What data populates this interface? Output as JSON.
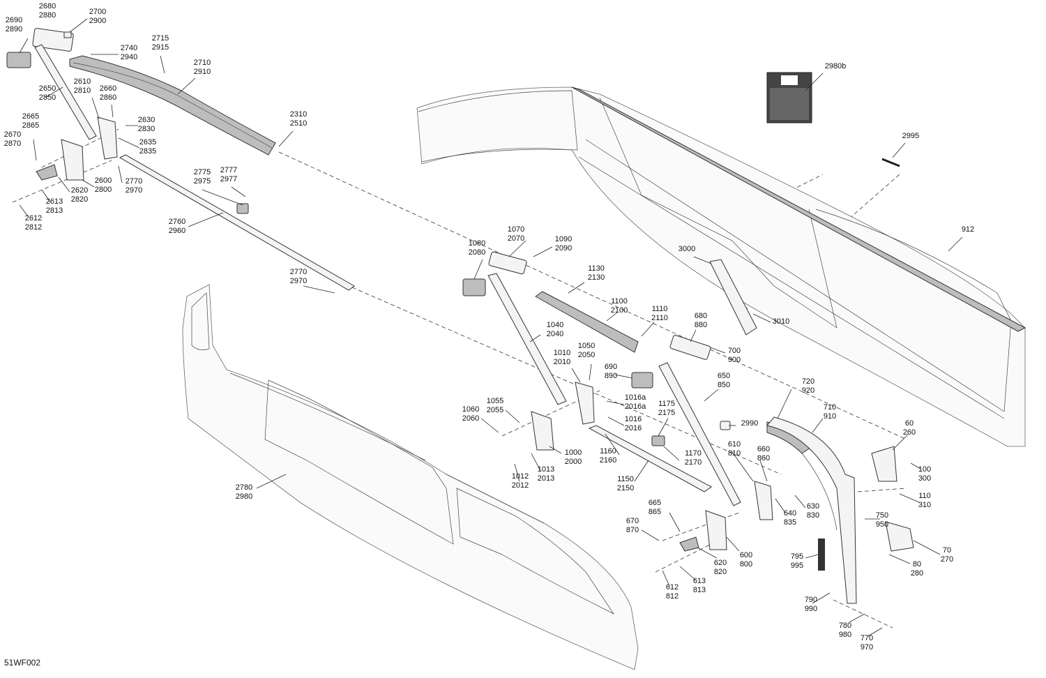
{
  "diagram_code": "51WF002",
  "callouts": [
    {
      "id": "c2680",
      "top": "2680",
      "bottom": "2880"
    },
    {
      "id": "c2700",
      "top": "2700",
      "bottom": "2900"
    },
    {
      "id": "c2690",
      "top": "2690",
      "bottom": "2890"
    },
    {
      "id": "c2740",
      "top": "2740",
      "bottom": "2940"
    },
    {
      "id": "c2715",
      "top": "2715",
      "bottom": "2915"
    },
    {
      "id": "c2710",
      "top": "2710",
      "bottom": "2910"
    },
    {
      "id": "c2650",
      "top": "2650",
      "bottom": "2850"
    },
    {
      "id": "c2610",
      "top": "2610",
      "bottom": "2810"
    },
    {
      "id": "c2660",
      "top": "2660",
      "bottom": "2860"
    },
    {
      "id": "c2665",
      "top": "2665",
      "bottom": "2865"
    },
    {
      "id": "c2630",
      "top": "2630",
      "bottom": "2830"
    },
    {
      "id": "c2635",
      "top": "2635",
      "bottom": "2835"
    },
    {
      "id": "c2670",
      "top": "2670",
      "bottom": "2870"
    },
    {
      "id": "c2310",
      "top": "2310",
      "bottom": "2510"
    },
    {
      "id": "c2620",
      "top": "2620",
      "bottom": "2820"
    },
    {
      "id": "c2600",
      "top": "2600",
      "bottom": "2800"
    },
    {
      "id": "c2770a",
      "top": "2770",
      "bottom": "2970"
    },
    {
      "id": "c2613",
      "top": "2613",
      "bottom": "2813"
    },
    {
      "id": "c2612",
      "top": "2612",
      "bottom": "2812"
    },
    {
      "id": "c2775",
      "top": "2775",
      "bottom": "2975"
    },
    {
      "id": "c2777",
      "top": "2777",
      "bottom": "2977"
    },
    {
      "id": "c2760",
      "top": "2760",
      "bottom": "2960"
    },
    {
      "id": "c2770b",
      "top": "2770",
      "bottom": "2970"
    },
    {
      "id": "c2780",
      "top": "2780",
      "bottom": "2980"
    },
    {
      "id": "c2980b",
      "top": "2980b",
      "bottom": ""
    },
    {
      "id": "c2995",
      "top": "2995",
      "bottom": ""
    },
    {
      "id": "c912",
      "top": "912",
      "bottom": ""
    },
    {
      "id": "c3000",
      "top": "3000",
      "bottom": ""
    },
    {
      "id": "c3010",
      "top": "3010",
      "bottom": ""
    },
    {
      "id": "c1070",
      "top": "1070",
      "bottom": "2070"
    },
    {
      "id": "c1080",
      "top": "1080",
      "bottom": "2080"
    },
    {
      "id": "c1090",
      "top": "1090",
      "bottom": "2090"
    },
    {
      "id": "c1130",
      "top": "1130",
      "bottom": "2130"
    },
    {
      "id": "c1100",
      "top": "1100",
      "bottom": "2100"
    },
    {
      "id": "c1110",
      "top": "1110",
      "bottom": "2110"
    },
    {
      "id": "c1040",
      "top": "1040",
      "bottom": "2040"
    },
    {
      "id": "c680",
      "top": "680",
      "bottom": "880"
    },
    {
      "id": "c1010",
      "top": "1010",
      "bottom": "2010"
    },
    {
      "id": "c1050",
      "top": "1050",
      "bottom": "2050"
    },
    {
      "id": "c700",
      "top": "700",
      "bottom": "900"
    },
    {
      "id": "c690",
      "top": "690",
      "bottom": "890"
    },
    {
      "id": "c650",
      "top": "650",
      "bottom": "850"
    },
    {
      "id": "c1016a",
      "top": "1016a",
      "bottom": "2016a"
    },
    {
      "id": "c1055",
      "top": "1055",
      "bottom": "2055"
    },
    {
      "id": "c1060",
      "top": "1060",
      "bottom": "2060"
    },
    {
      "id": "c1016",
      "top": "1016",
      "bottom": "2016"
    },
    {
      "id": "c1175",
      "top": "1175",
      "bottom": "2175"
    },
    {
      "id": "c720",
      "top": "720",
      "bottom": "920"
    },
    {
      "id": "c710",
      "top": "710",
      "bottom": "910"
    },
    {
      "id": "c2990",
      "top": "2990",
      "bottom": ""
    },
    {
      "id": "c60",
      "top": "60",
      "bottom": "260"
    },
    {
      "id": "c1000",
      "top": "1000",
      "bottom": "2000"
    },
    {
      "id": "c1160",
      "top": "1160",
      "bottom": "2160"
    },
    {
      "id": "c1170",
      "top": "1170",
      "bottom": "2170"
    },
    {
      "id": "c610",
      "top": "610",
      "bottom": "810"
    },
    {
      "id": "c660",
      "top": "660",
      "bottom": "860"
    },
    {
      "id": "c1013",
      "top": "1013",
      "bottom": "2013"
    },
    {
      "id": "c1012",
      "top": "1012",
      "bottom": "2012"
    },
    {
      "id": "c100",
      "top": "100",
      "bottom": "300"
    },
    {
      "id": "c1150",
      "top": "1150",
      "bottom": "2150"
    },
    {
      "id": "c110",
      "top": "110",
      "bottom": "310"
    },
    {
      "id": "c665",
      "top": "665",
      "bottom": "865"
    },
    {
      "id": "c640",
      "top": "640",
      "bottom": "835"
    },
    {
      "id": "c630",
      "top": "630",
      "bottom": "830"
    },
    {
      "id": "c750",
      "top": "750",
      "bottom": "950"
    },
    {
      "id": "c670",
      "top": "670",
      "bottom": "870"
    },
    {
      "id": "c70",
      "top": "70",
      "bottom": "270"
    },
    {
      "id": "c600",
      "top": "600",
      "bottom": "800"
    },
    {
      "id": "c795",
      "top": "795",
      "bottom": "995"
    },
    {
      "id": "c620",
      "top": "620",
      "bottom": "820"
    },
    {
      "id": "c80",
      "top": "80",
      "bottom": "280"
    },
    {
      "id": "c613",
      "top": "613",
      "bottom": "813"
    },
    {
      "id": "c612",
      "top": "612",
      "bottom": "812"
    },
    {
      "id": "c790",
      "top": "790",
      "bottom": "990"
    },
    {
      "id": "c780",
      "top": "780",
      "bottom": "980"
    },
    {
      "id": "c770",
      "top": "770",
      "bottom": "970"
    }
  ]
}
